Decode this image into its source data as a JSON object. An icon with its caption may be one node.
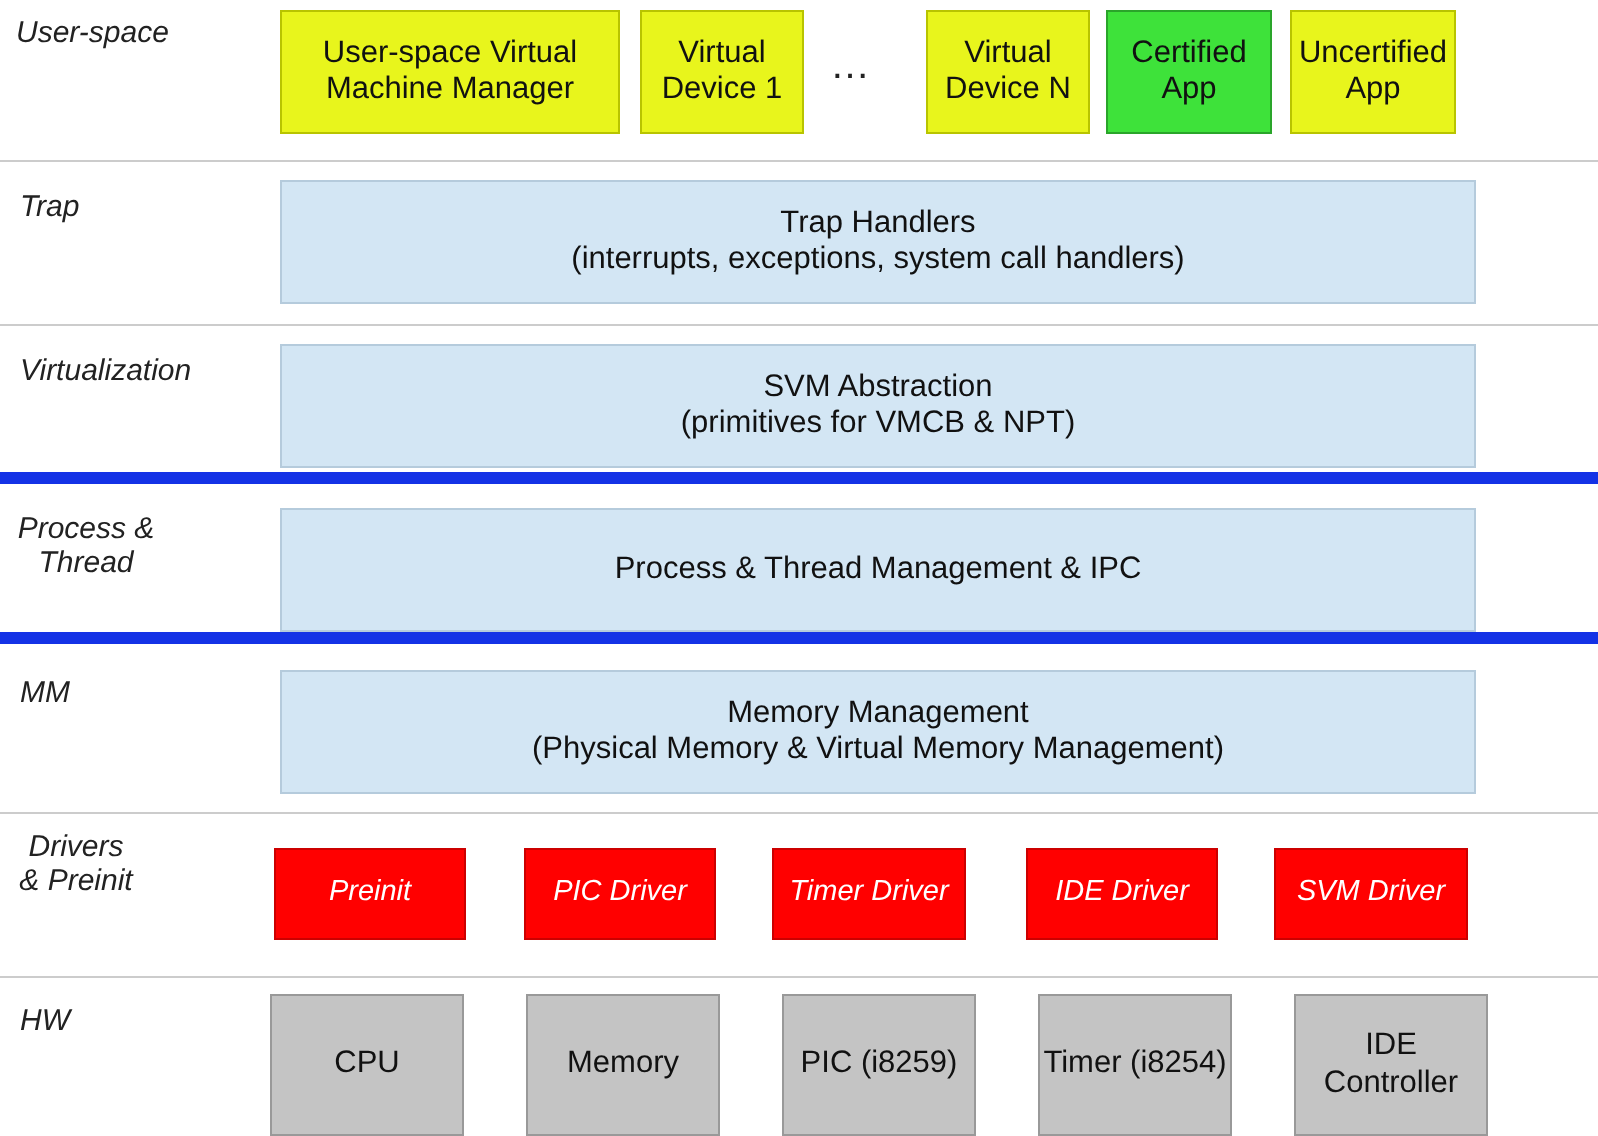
{
  "diagram": {
    "nodes": [
      {
        "text": [
          "User-space Virtual Machine Manager"
        ]
      },
      {
        "text": [
          "Virtual Device 1"
        ]
      },
      {
        "text": [
          "Virtual Device N"
        ]
      },
      {
        "text": [
          "Certified App"
        ]
      },
      {
        "text": [
          "Uncertified App"
        ]
      },
      {
        "text": [
          "Trap Handlers",
          "(interrupts, exceptions, system call handlers)"
        ]
      },
      {
        "text": [
          "SVM Abstraction",
          "(primitives for VMCB & NPT)"
        ]
      },
      {
        "text": [
          "Process & Thread Management & IPC"
        ]
      },
      {
        "text": [
          "Memory Management",
          "(Physical Memory & Virtual Memory Management)"
        ]
      },
      {
        "text": [
          "Preinit"
        ]
      },
      {
        "text": [
          "PIC Driver"
        ]
      },
      {
        "text": [
          "Timer Driver"
        ]
      },
      {
        "text": [
          "IDE Driver"
        ]
      },
      {
        "text": [
          "SVM Driver"
        ]
      },
      {
        "text": [
          "CPU"
        ]
      },
      {
        "text": [
          "Memory"
        ]
      },
      {
        "text": [
          "PIC (i8259)"
        ]
      },
      {
        "text": [
          "Timer (i8254)"
        ]
      },
      {
        "text": [
          "IDE Controller"
        ]
      }
    ],
    "edges": [],
    "labels": [
      "User-space",
      "…",
      "Trap",
      "Virtualization",
      "Process & Thread",
      "MM",
      "Drivers & Preinit",
      "HW"
    ]
  }
}
